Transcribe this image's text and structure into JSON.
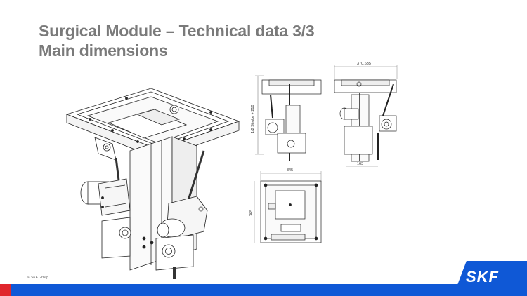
{
  "slide": {
    "title_line1": "Surgical Module – Technical data 3/3",
    "title_line2": "Main dimensions",
    "copyright": "© SKF Group",
    "logo": "SKF"
  },
  "dimensions": {
    "side_height": "1/2 Stroke + 210",
    "front_width": "370,635",
    "front_bottom": "163",
    "top_width": "345",
    "top_height": "365"
  },
  "colors": {
    "title": "#7a7a7a",
    "footer": "#0f58d6",
    "accent_red": "#e0262c"
  }
}
